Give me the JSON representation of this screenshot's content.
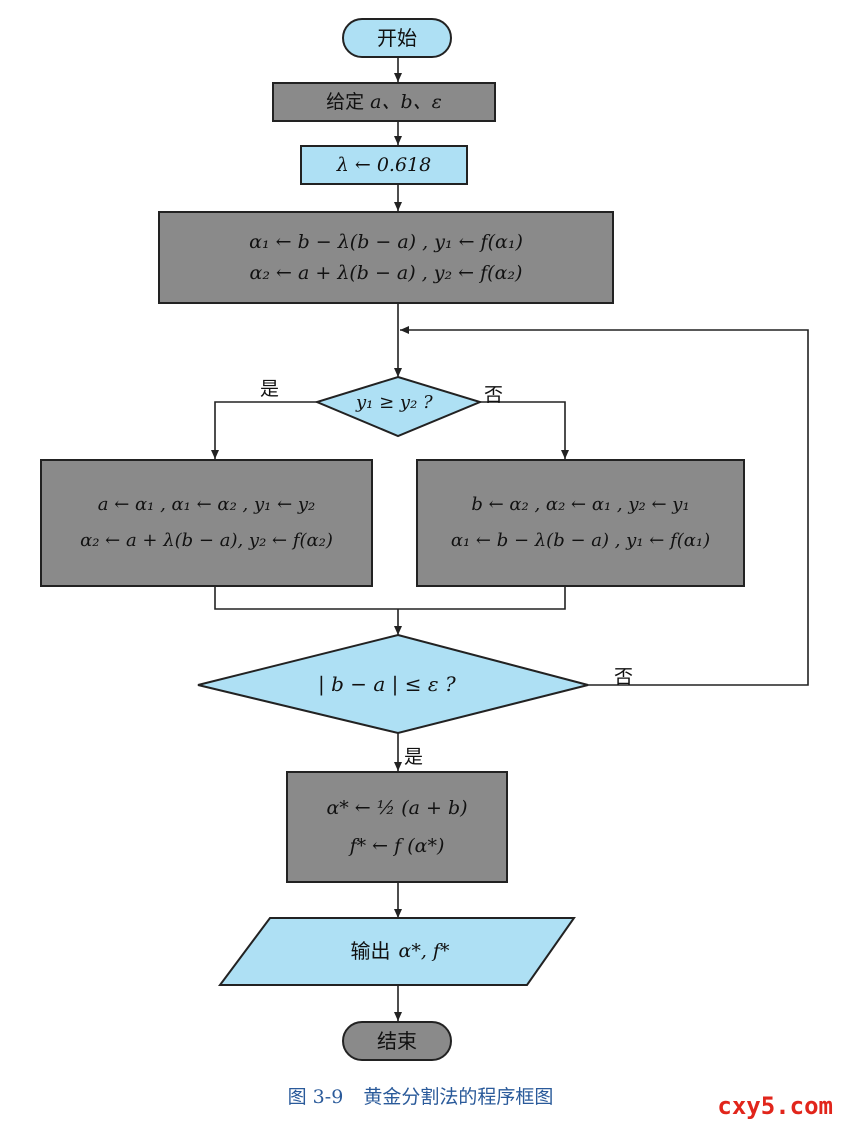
{
  "flowchart": {
    "start": "开始",
    "input": "给定",
    "input_vars": "a、b、ε",
    "lambda": "λ ← 0.618",
    "init_line1": "α₁ ← b − λ(b − a) ,  y₁ ← f(α₁)",
    "init_line2": "α₂ ← a + λ(b − a) ,  y₂ ← f(α₂)",
    "decision1": "y₁ ≥ y₂ ?",
    "yes_label_1": "是",
    "no_label_1": "否",
    "left_line1": "a ← α₁ ,  α₁ ← α₂ ,  y₁ ← y₂",
    "left_line2": "α₂ ← a + λ(b − a), y₂ ← f(α₂)",
    "right_line1": "b ← α₂ , α₂ ← α₁ , y₂ ← y₁",
    "right_line2": "α₁ ← b − λ(b − a) , y₁ ← f(α₁)",
    "decision2": "| b − a |  ≤ ε ?",
    "no_label_2": "否",
    "yes_label_2": "是",
    "result_line1": "α* ← ½ (a + b)",
    "result_line2": "f* ← f (α*)",
    "output": "输出",
    "output_vars": "α*, f*",
    "end": "结束"
  },
  "caption": {
    "number": "图 3-9",
    "title": "黄金分割法的程序框图"
  },
  "watermark": "cxy5.com",
  "colors": {
    "process_gray": "#8a8a8a",
    "io_blue": "#aee0f4",
    "caption_blue": "#2a5a9a",
    "watermark_red": "#e1251b"
  }
}
